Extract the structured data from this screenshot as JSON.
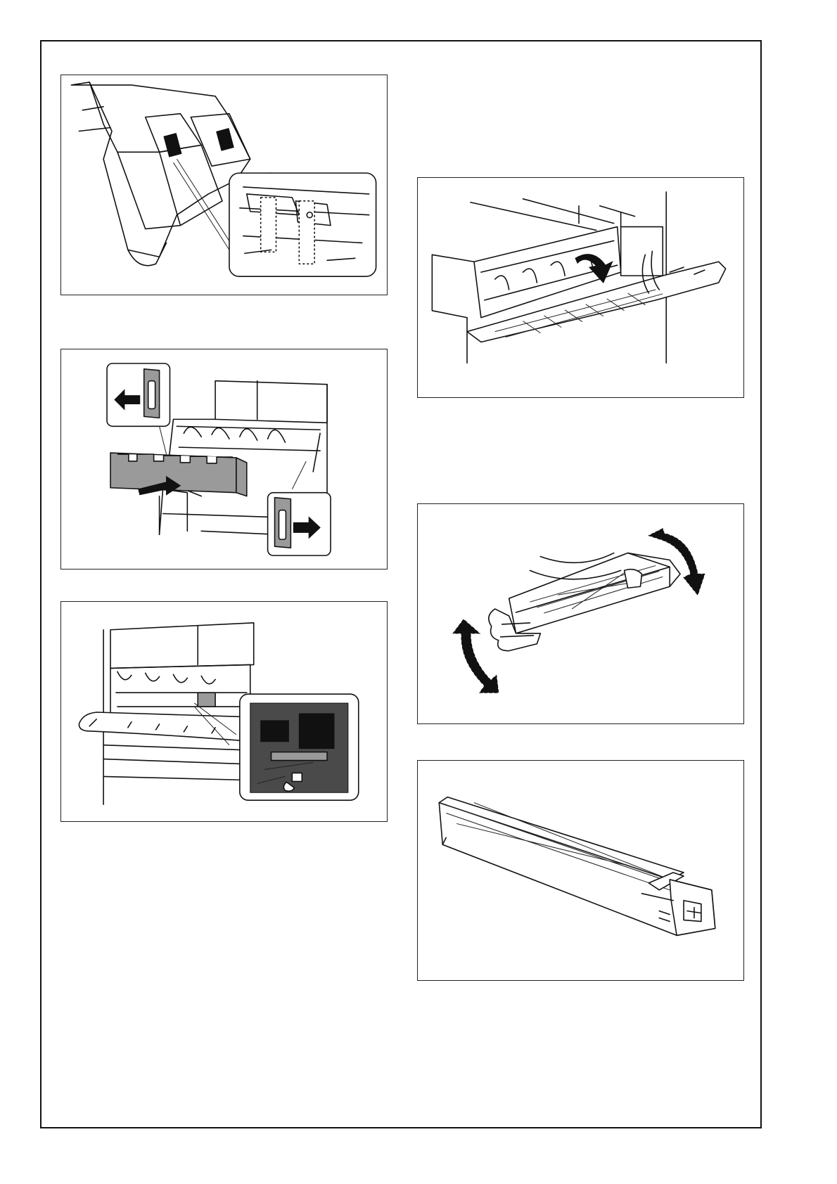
{
  "page": {
    "figures": [
      {
        "id": "fig-tray-tape",
        "icon": "paper-tray-tape-illustration"
      },
      {
        "id": "fig-waste-box",
        "icon": "waste-toner-box-removal-illustration"
      },
      {
        "id": "fig-front-cover-screw",
        "icon": "front-cover-screw-illustration"
      },
      {
        "id": "fig-open-front-door",
        "icon": "open-front-door-illustration"
      },
      {
        "id": "fig-shake-cartridge",
        "icon": "shake-toner-cartridge-illustration"
      },
      {
        "id": "fig-toner-cartridge",
        "icon": "toner-cartridge-illustration"
      }
    ],
    "colors": {
      "line": "#111111",
      "shade": "#9a9a9a",
      "background": "#ffffff"
    }
  }
}
